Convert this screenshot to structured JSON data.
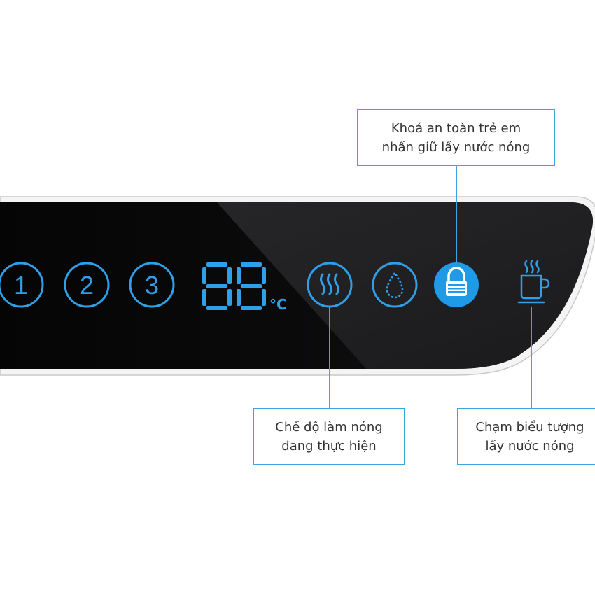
{
  "panel": {
    "buttons": [
      {
        "id": "preset-1",
        "label": "1"
      },
      {
        "id": "preset-2",
        "label": "2"
      },
      {
        "id": "preset-3",
        "label": "3"
      }
    ],
    "display": {
      "digits": "88",
      "unit": "°C"
    },
    "icons": [
      "heat-wave-icon",
      "water-drop-icon",
      "lock-icon",
      "hot-cup-icon"
    ],
    "lock_active": true
  },
  "callouts": {
    "lock": {
      "line1": "Khoá an toàn trẻ em",
      "line2": "nhấn giữ lấy nước nóng"
    },
    "heat": {
      "line1": "Chế độ làm nóng",
      "line2": "đang thực hiện"
    },
    "cup": {
      "line1": "Chạm biểu tượng",
      "line2": "lấy nước nóng"
    }
  },
  "colors": {
    "accent": "#2f9fe8",
    "lock_fill": "#1e9ae6",
    "panel": "#0c0c0d",
    "callout_border": "#3aa7dc",
    "text": "#333333"
  }
}
